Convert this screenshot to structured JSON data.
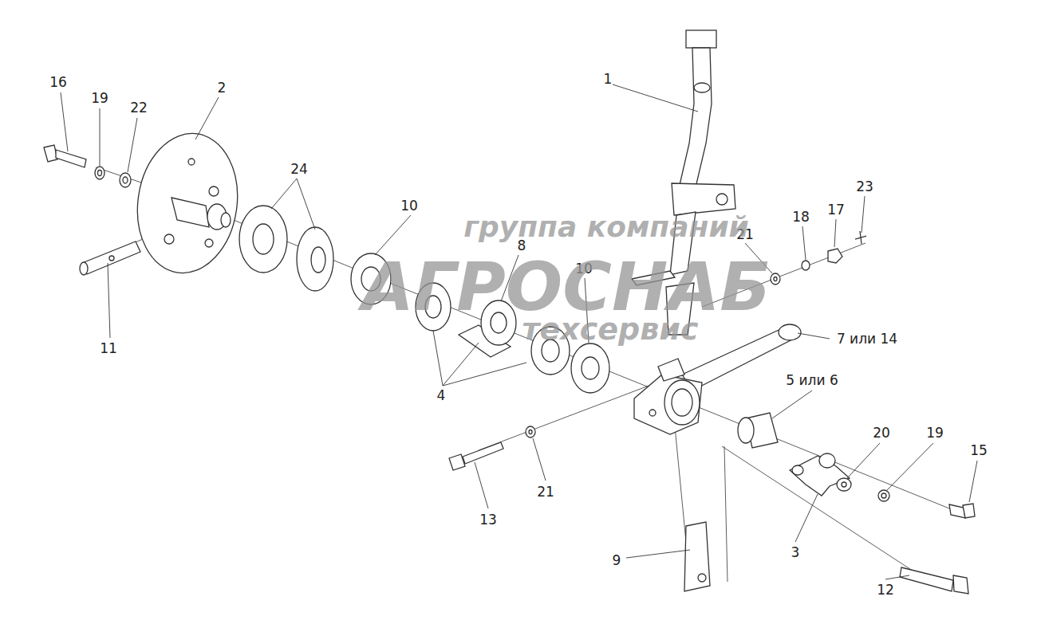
{
  "diagram": {
    "labels": [
      "16",
      "19",
      "22",
      "2",
      "24",
      "1",
      "10",
      "8",
      "21",
      "18",
      "17",
      "23",
      "10",
      "11",
      "4",
      "7 или 14",
      "5 или 6",
      "20",
      "19",
      "15",
      "13",
      "21",
      "9",
      "3",
      "12",
      "группа компаний",
      "АГРОСНАБ",
      "техсервис"
    ]
  }
}
